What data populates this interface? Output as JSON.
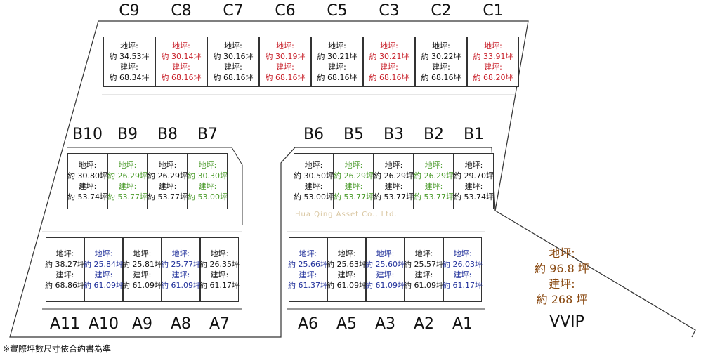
{
  "lots_c": [
    {
      "id": "C9",
      "land_label": "地坪:",
      "land": "約 34.53坪",
      "build_label": "建坪:",
      "build": "約 68.34坪",
      "color": "black"
    },
    {
      "id": "C8",
      "land_label": "地坪:",
      "land": "約 30.14坪",
      "build_label": "建坪:",
      "build": "約 68.16坪",
      "color": "red"
    },
    {
      "id": "C7",
      "land_label": "地坪:",
      "land": "約 30.16坪",
      "build_label": "建坪:",
      "build": "約 68.16坪",
      "color": "black"
    },
    {
      "id": "C6",
      "land_label": "地坪:",
      "land": "約 30.19坪",
      "build_label": "建坪:",
      "build": "約 68.16坪",
      "color": "red"
    },
    {
      "id": "C5",
      "land_label": "地坪:",
      "land": "約 30.21坪",
      "build_label": "建坪:",
      "build": "約 68.16坪",
      "color": "black"
    },
    {
      "id": "C3",
      "land_label": "地坪:",
      "land": "約 30.21坪",
      "build_label": "建坪:",
      "build": "約 68.16坪",
      "color": "red"
    },
    {
      "id": "C2",
      "land_label": "地坪:",
      "land": "約 30.22坪",
      "build_label": "建坪:",
      "build": "約 68.16坪",
      "color": "black"
    },
    {
      "id": "C1",
      "land_label": "地坪:",
      "land": "約 33.91坪",
      "build_label": "建坪:",
      "build": "約 68.20坪",
      "color": "red"
    }
  ],
  "lots_b_left": [
    {
      "id": "B10",
      "land_label": "地坪:",
      "land": "約 30.80坪",
      "build_label": "建坪:",
      "build": "約 53.74坪",
      "color": "black"
    },
    {
      "id": "B9",
      "land_label": "地坪:",
      "land": "約 26.29坪",
      "build_label": "建坪:",
      "build": "約 53.77坪",
      "color": "green"
    },
    {
      "id": "B8",
      "land_label": "地坪:",
      "land": "約 26.29坪",
      "build_label": "建坪:",
      "build": "約 53.77坪",
      "color": "black"
    },
    {
      "id": "B7",
      "land_label": "地坪:",
      "land": "約 30.30坪",
      "build_label": "建坪:",
      "build": "約 53.00坪",
      "color": "green"
    }
  ],
  "lots_b_right": [
    {
      "id": "B6",
      "land_label": "地坪:",
      "land": "約 30.50坪",
      "build_label": "建坪:",
      "build": "約 53.00坪",
      "color": "black"
    },
    {
      "id": "B5",
      "land_label": "地坪:",
      "land": "約 26.29坪",
      "build_label": "建坪:",
      "build": "約 53.77坪",
      "color": "green"
    },
    {
      "id": "B3",
      "land_label": "地坪:",
      "land": "約 26.29坪",
      "build_label": "建坪:",
      "build": "約 53.77坪",
      "color": "black"
    },
    {
      "id": "B2",
      "land_label": "地坪:",
      "land": "約 26.29坪",
      "build_label": "建坪:",
      "build": "約 53.77坪",
      "color": "green"
    },
    {
      "id": "B1",
      "land_label": "地坪:",
      "land": "約 29.70坪",
      "build_label": "建坪:",
      "build": "約 53.74坪",
      "color": "black"
    }
  ],
  "lots_a_left": [
    {
      "id": "A11",
      "land_label": "地坪:",
      "land": "約 38.27坪",
      "build_label": "建坪:",
      "build": "約 68.86坪",
      "color": "black"
    },
    {
      "id": "A10",
      "land_label": "地坪:",
      "land": "約 25.84坪",
      "build_label": "建坪:",
      "build": "約 61.09坪",
      "color": "blue"
    },
    {
      "id": "A9",
      "land_label": "地坪:",
      "land": "約 25.81坪",
      "build_label": "建坪:",
      "build": "約 61.09坪",
      "color": "black"
    },
    {
      "id": "A8",
      "land_label": "地坪:",
      "land": "約 25.77坪",
      "build_label": "建坪:",
      "build": "約 61.09坪",
      "color": "blue"
    },
    {
      "id": "A7",
      "land_label": "地坪:",
      "land": "約 26.35坪",
      "build_label": "建坪:",
      "build": "約 61.17坪",
      "color": "black"
    }
  ],
  "lots_a_right": [
    {
      "id": "A6",
      "land_label": "地坪:",
      "land": "約 25.66坪",
      "build_label": "建坪:",
      "build": "約 61.37坪",
      "color": "blue"
    },
    {
      "id": "A5",
      "land_label": "地坪:",
      "land": "約 25.63坪",
      "build_label": "建坪:",
      "build": "約 61.09坪",
      "color": "black"
    },
    {
      "id": "A3",
      "land_label": "地坪:",
      "land": "約 25.60坪",
      "build_label": "建坪:",
      "build": "約 61.09坪",
      "color": "blue"
    },
    {
      "id": "A2",
      "land_label": "地坪:",
      "land": "約 25.57坪",
      "build_label": "建坪:",
      "build": "約 61.09坪",
      "color": "black"
    },
    {
      "id": "A1",
      "land_label": "地坪:",
      "land": "約 26.03坪",
      "build_label": "建坪:",
      "build": "約 61.17坪",
      "color": "blue"
    }
  ],
  "vvip": {
    "id": "VVIP",
    "land_label": "地坪:",
    "land": "約 96.8 坪",
    "build_label": "建坪:",
    "build": "約 268 坪",
    "color": "#8a4a12"
  },
  "footnote": "※實際坪數尺寸依合約書為準",
  "watermark": "Hua Qing Asset Co., Ltd."
}
